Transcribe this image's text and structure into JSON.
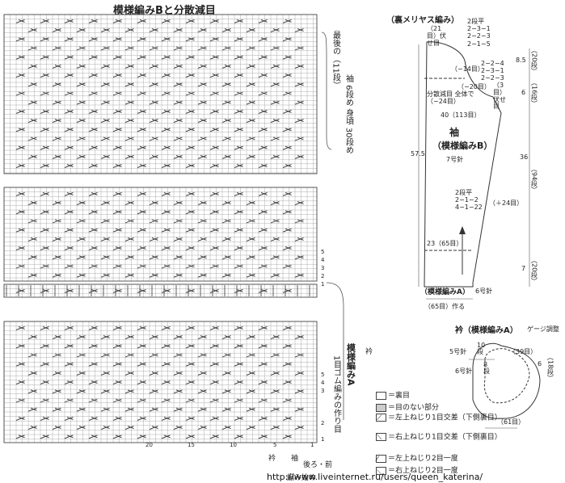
{
  "title": "模様編みBと分散減目",
  "chart_notes": {
    "last_row": "最後の（11段）",
    "sleeve_body": "袖 6段め 身頃 30段め",
    "pattern_a": "模様編みA",
    "rib_cast_on": "1目ゴム編みの作り目",
    "collar": "衿",
    "sleeve": "袖",
    "back_front": "後ろ・前",
    "start": "編み始め"
  },
  "row_numbers": [
    "5",
    "4",
    "3",
    "2",
    "1",
    "5",
    "4",
    "3",
    "2",
    "1"
  ],
  "col_numbers": [
    "20",
    "15",
    "10",
    "5",
    "1"
  ],
  "sleeve": {
    "top_label": "（裏メリヤス編み）",
    "bind_off": "（21目）伏せ目",
    "dec_top": [
      "2段平",
      "2−3−1",
      "2−2−3",
      "2−1−5"
    ],
    "minus14": "（−14目）",
    "dec_mid": [
      "2−2−4",
      "2−3−1",
      "2−2−3"
    ],
    "minus20": "（−20目）",
    "bind3": "（3目）伏せ目",
    "distribute": "分散減目 全体で（−24目）",
    "st40": "40（113目）",
    "name": "袖",
    "pattern": "（模様編みB）",
    "needle7": "7号針",
    "inc": [
      "2段平",
      "2−1−2",
      "4−1−22"
    ],
    "plus24": "（＋24目）",
    "st23": "23（65目）",
    "bottom_pattern": "（模様編みA）",
    "needle6": "6号針",
    "make": "（65目）作る",
    "h57": "57.5",
    "r85": "8.5",
    "r20a": "（20段）",
    "r6": "6",
    "r16": "（16段）",
    "r36": "36",
    "r94": "（94段）",
    "r7": "7",
    "r20b": "（20段）"
  },
  "collar": {
    "title": "衿（模様編みA）",
    "gauge": "ゲージ調整",
    "needle5": "5号針",
    "r10": "10段",
    "st39": "（39目）",
    "needle6": "6号針",
    "r8": "8段",
    "r6": "6",
    "r18": "（18段）",
    "st61": "（61目）"
  },
  "legend": [
    "＝裏目",
    "＝目のない部分",
    "＝左上ねじり1目交差（下側裏目）",
    "＝右上ねじり1目交差（下側裏目）",
    "＝左上ねじり2目一度",
    "＝右上ねじり2目一度"
  ],
  "watermark": "http://www.liveinternet.ru/users/queen_katerina/"
}
